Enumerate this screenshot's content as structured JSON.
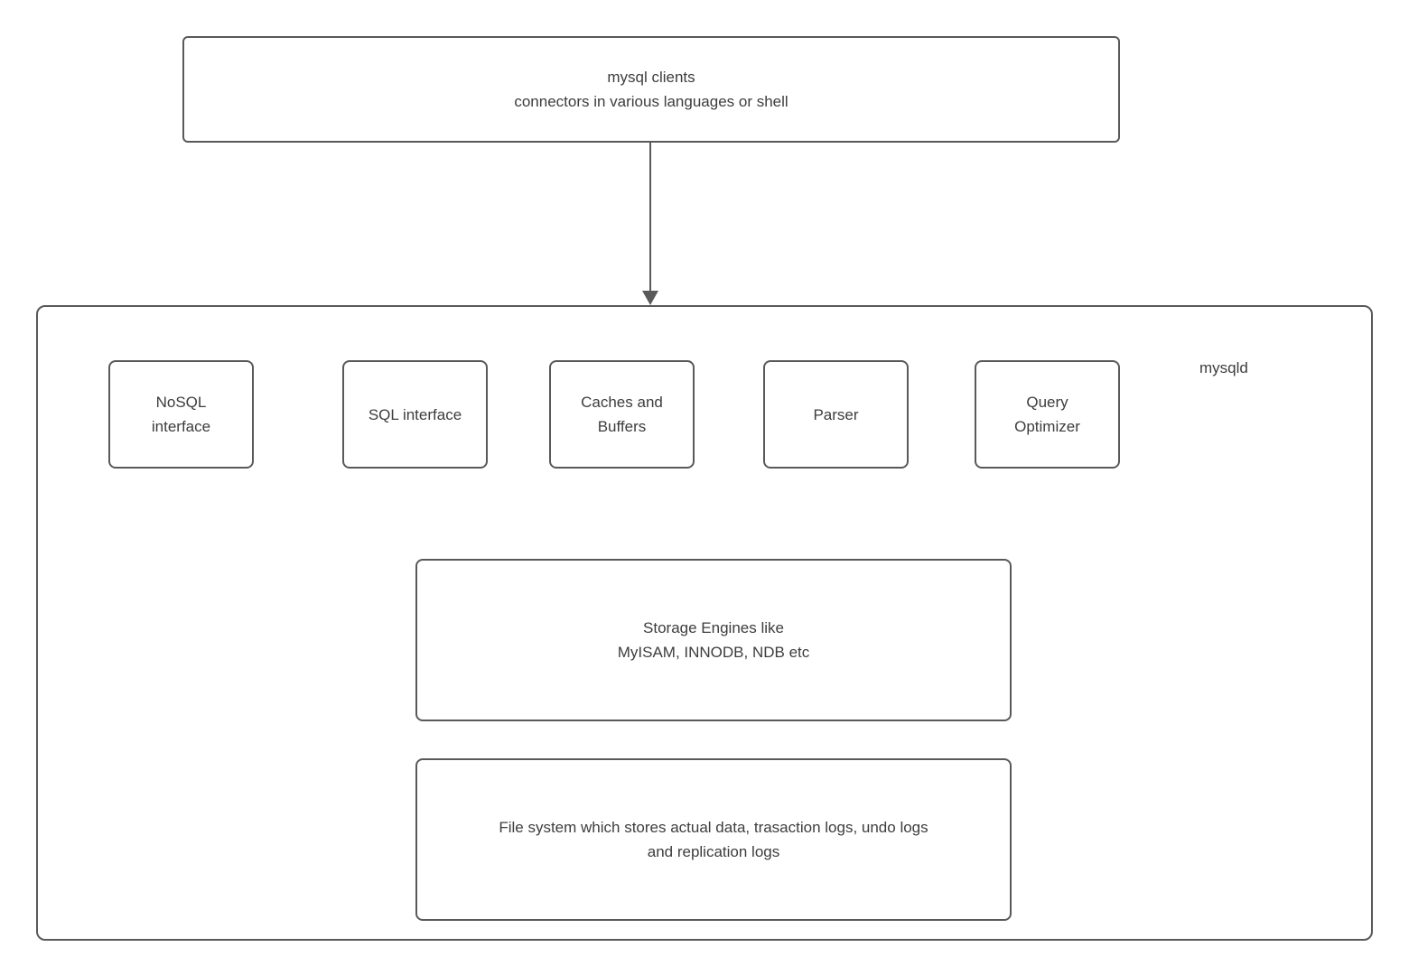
{
  "colors": {
    "border": "#595959",
    "text": "#3d3d3d",
    "background": "#ffffff"
  },
  "clients_box": {
    "text": "mysql clients\nconnectors in various languages or shell"
  },
  "mysqld_label": "mysqld",
  "components": [
    {
      "label": "NoSQL\ninterface"
    },
    {
      "label": "SQL interface"
    },
    {
      "label": "Caches and\nBuffers"
    },
    {
      "label": "Parser"
    },
    {
      "label": "Query\nOptimizer"
    }
  ],
  "storage_box": {
    "text": "Storage Engines like\nMyISAM, INNODB, NDB etc"
  },
  "filesystem_box": {
    "text": "File system which stores actual data, trasaction logs, undo logs\nand replication logs"
  }
}
